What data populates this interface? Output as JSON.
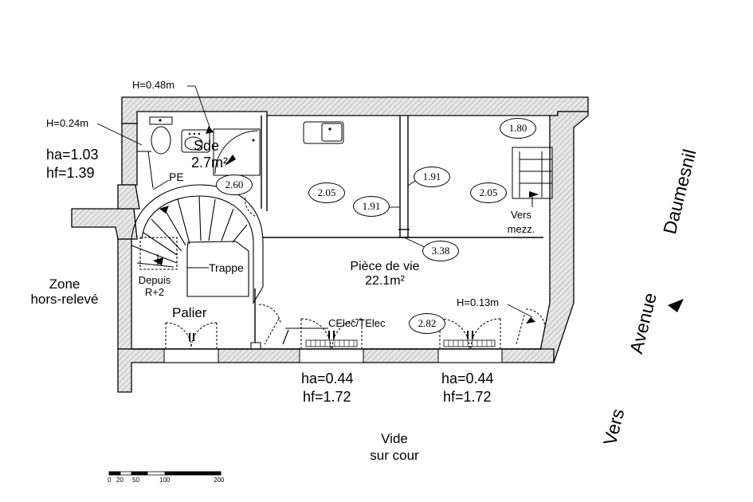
{
  "labels": {
    "h048": "H=0.48m",
    "h024": "H=0.24m",
    "ha_left": "ha=1.03",
    "hf_left": "hf=1.39",
    "sde_name": "Sde",
    "sde_area": "2.7m²",
    "pe": "PE",
    "trappe": "Trappe",
    "depuis_1": "Depuis",
    "depuis_2": "R+2",
    "palier": "Palier",
    "zone_1": "Zone",
    "zone_2": "hors-relevé",
    "piece_name": "Pièce de vie",
    "piece_area": "22.1m²",
    "celec": "CElec/TElec",
    "h013": "H=0.13m",
    "vers_mezz_1": "Vers",
    "vers_mezz_2": "mezz.",
    "ha_mid": "ha=0.44",
    "hf_mid": "hf=1.72",
    "ha_right": "ha=0.44",
    "hf_right": "hf=1.72",
    "vide_1": "Vide",
    "vide_2": "sur cour",
    "street_vers": "Vers",
    "street_avenue": "Avenue",
    "street_daumesnil": "Daumesnil"
  },
  "heights": {
    "h260": "2.60",
    "h205a": "2.05",
    "h191a": "1.91",
    "h191b": "1.91",
    "h205b": "2.05",
    "h180": "1.80",
    "h338": "3.38",
    "h282": "2.82"
  },
  "scale": {
    "t0": "0",
    "t20": "20",
    "t50": "50",
    "t100": "100",
    "t200": "200"
  },
  "colors": {
    "wall_fill": "#d9d9d9",
    "line": "#000000"
  }
}
